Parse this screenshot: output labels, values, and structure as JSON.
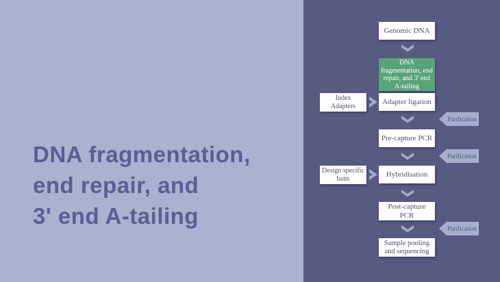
{
  "colors": {
    "left_bg": "#a9b2d0",
    "right_bg": "#575a81",
    "title_text": "#5a5e93",
    "node_bg": "#ffffff",
    "node_text": "#4c4f77",
    "highlight_bg": "#57a478",
    "highlight_text": "#ffffff",
    "arrow": "#a1aace",
    "tag_bg": "#a6aecd",
    "tag_text": "#4c4f77"
  },
  "title": {
    "lines": [
      "DNA fragmentation,",
      "end repair, and",
      "3' end A-tailing"
    ]
  },
  "flowchart": {
    "nodes": [
      {
        "label": "Genomic DNA",
        "highlighted": false
      },
      {
        "label": "DNA fragmentation, end repair, and 3' end A-tailing",
        "highlighted": true
      },
      {
        "label": "Adapter ligation",
        "highlighted": false
      },
      {
        "label": "Pre-capture PCR",
        "highlighted": false
      },
      {
        "label": "Hybridisation",
        "highlighted": false
      },
      {
        "label": "Post-capture PCR",
        "highlighted": false
      },
      {
        "label": "Sample pooling and sequencing",
        "highlighted": false
      }
    ],
    "side_inputs": [
      {
        "lines": [
          "Index",
          "Adapters"
        ]
      },
      {
        "lines": [
          "Design specific",
          "baits"
        ]
      }
    ],
    "purification_label": "Purification"
  }
}
